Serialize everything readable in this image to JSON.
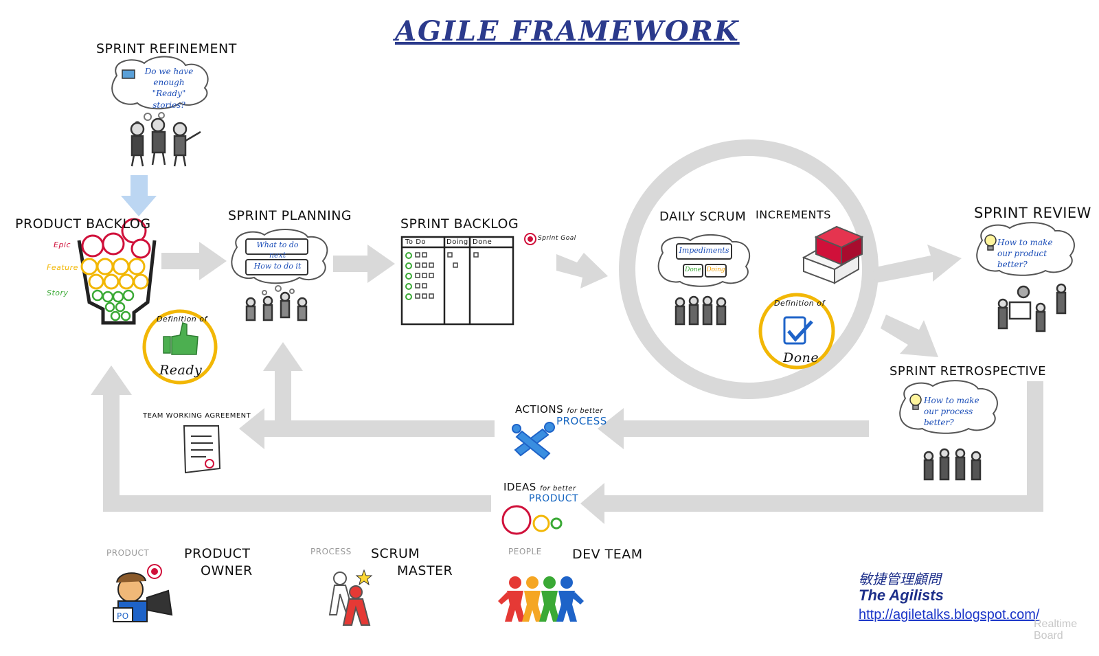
{
  "title": "AGILE FRAMEWORK",
  "stages": {
    "sprint_refinement": {
      "label": "SPRINT REFINEMENT",
      "question_line1": "Do we have enough",
      "question_line2": "\"Ready\" stories?"
    },
    "product_backlog": {
      "label": "PRODUCT BACKLOG",
      "levels": [
        "Epic",
        "Feature",
        "Story"
      ],
      "colors": [
        "#d0103a",
        "#f2b705",
        "#3aa935"
      ]
    },
    "definition_of_ready": {
      "line1": "Definition of",
      "line2": "Ready"
    },
    "sprint_planning": {
      "label": "SPRINT PLANNING",
      "q1": "What to do next",
      "q2": "How to do it"
    },
    "sprint_backlog": {
      "label": "SPRINT BACKLOG",
      "columns": [
        "To Do",
        "Doing",
        "Done"
      ],
      "goal": "Sprint Goal"
    },
    "daily_scrum": {
      "label": "DAILY SCRUM",
      "puzzle": [
        "Impediments",
        "Done",
        "Doing"
      ]
    },
    "increments": {
      "label": "INCREMENTS"
    },
    "definition_of_done": {
      "line1": "Definition of",
      "line2": "Done"
    },
    "sprint_review": {
      "label": "SPRINT REVIEW",
      "q1": "How to make",
      "q2": "our product better?"
    },
    "sprint_retrospective": {
      "label": "SPRINT RETROSPECTIVE",
      "q1": "How to make",
      "q2": "our process better?"
    },
    "team_working_agreement": {
      "label": "TEAM WORKING AGREEMENT"
    },
    "actions": {
      "line1": "ACTIONS",
      "line1_small": "for better",
      "line2": "PROCESS"
    },
    "ideas": {
      "line1": "IDEAS",
      "line1_small": "for better",
      "line2": "PRODUCT"
    }
  },
  "roles": {
    "product_owner": {
      "category": "PRODUCT",
      "line1": "PRODUCT",
      "line2": "OWNER",
      "badge": "PO"
    },
    "scrum_master": {
      "category": "PROCESS",
      "line1": "SCRUM",
      "line2": "MASTER"
    },
    "dev_team": {
      "category": "PEOPLE",
      "label": "DEV TEAM"
    }
  },
  "footer": {
    "chinese": "敏捷管理顧問",
    "name": "The Agilists",
    "url": "http://agiletalks.blogspot.com/"
  },
  "watermark": {
    "line1": "Realtime",
    "line2": "Board"
  },
  "colors": {
    "arrow": "#d9d9d9",
    "title": "#2b3a8c",
    "cloud_text": "#1d4fb8",
    "ready_ring": "#f2b705",
    "down_arrow": "#bcd6f2"
  }
}
